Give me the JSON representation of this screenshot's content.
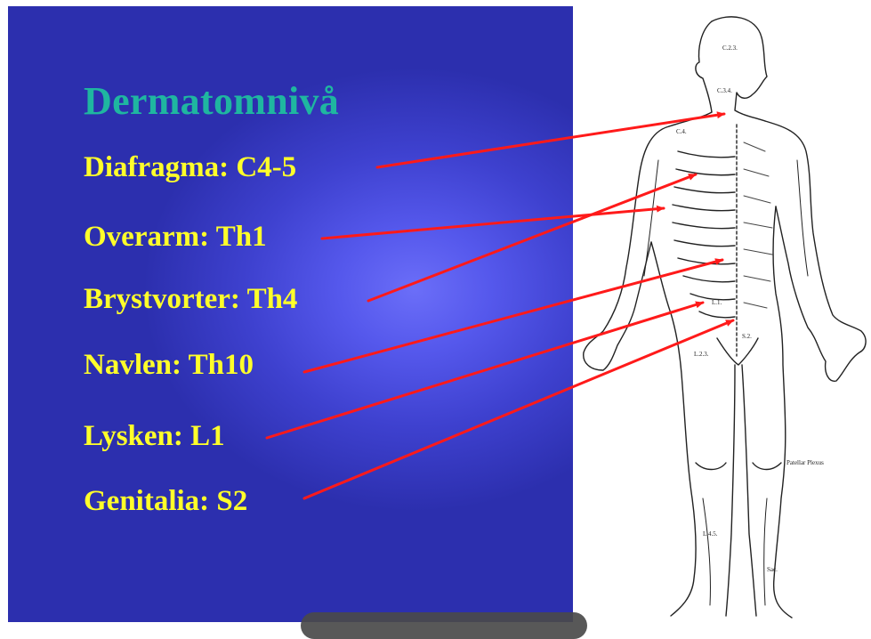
{
  "slide": {
    "title": "Dermatomnivå",
    "items": [
      {
        "label": "Diafragma: C4-5"
      },
      {
        "label": "Overarm: Th1"
      },
      {
        "label": "Brystvorter: Th4"
      },
      {
        "label": "Navlen: Th10"
      },
      {
        "label": "Lysken: L1"
      },
      {
        "label": "Genitalia: S2"
      }
    ]
  },
  "figure": {
    "dermatome_labels": [
      "C.2.3.",
      "C.3.4.",
      "C.4.",
      "L.1.",
      "S.2.",
      "L.2.3.",
      "L.4.5.",
      "Patellar Plexus",
      "Sac."
    ]
  },
  "colors": {
    "title": "#1fb6a0",
    "labels": "#ffff2a",
    "arrows": "#ff1a1a",
    "panel": "#4548d8"
  }
}
